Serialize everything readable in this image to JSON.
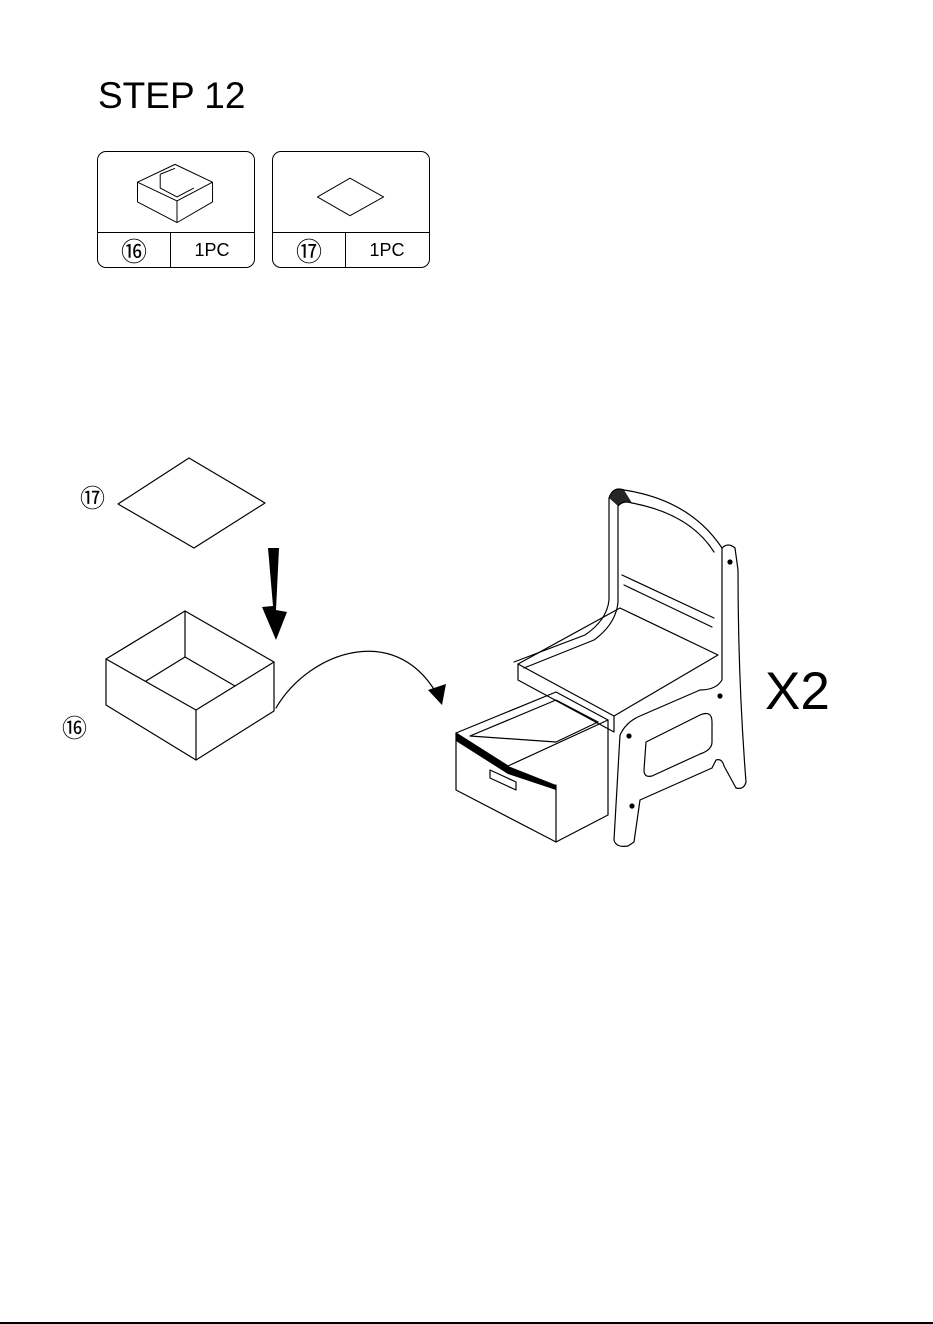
{
  "step": {
    "title": "STEP 12"
  },
  "parts": [
    {
      "number": "⑯",
      "qty": "1PC",
      "icon": "open-box-icon"
    },
    {
      "number": "⑰",
      "qty": "1PC",
      "icon": "square-panel-icon"
    }
  ],
  "diagram": {
    "label_panel": "⑰",
    "label_box": "⑯",
    "multiplier": "X2"
  }
}
